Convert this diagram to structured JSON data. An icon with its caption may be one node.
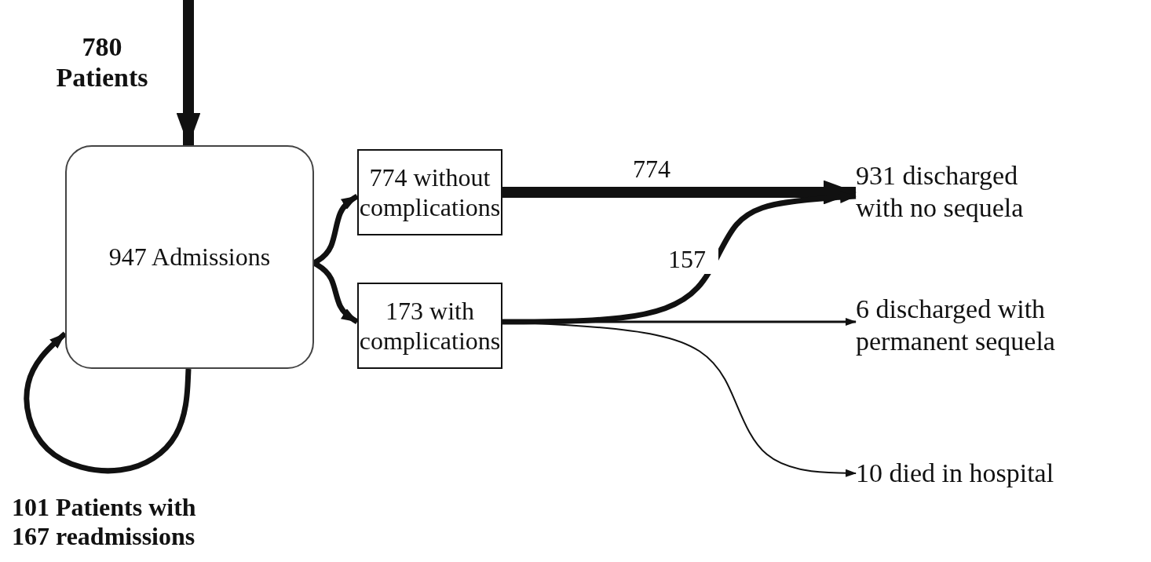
{
  "diagram": {
    "nodes": [
      {
        "text": [
          "947 Admissions"
        ]
      },
      {
        "text": [
          "774 without complications"
        ]
      },
      {
        "text": [
          "173 with complications"
        ]
      },
      {
        "text": [
          "931 discharged with no sequela"
        ]
      },
      {
        "text": [
          "6 discharged with permanent sequela"
        ]
      },
      {
        "text": [
          "10 died in hospital"
        ]
      }
    ],
    "edges": [
      {
        "from": null,
        "to": 0,
        "arrow": "to",
        "style": "thick",
        "label": "780 Patients"
      },
      {
        "from": 0,
        "to": 0,
        "arrow": "to",
        "label": "101 Patients with 167 readmissions"
      },
      {
        "from": 0,
        "to": 1,
        "arrow": "to"
      },
      {
        "from": 0,
        "to": 2,
        "arrow": "to"
      },
      {
        "from": 1,
        "to": 3,
        "arrow": "to",
        "style": "thick",
        "label": "774"
      },
      {
        "from": 2,
        "to": 3,
        "arrow": "to",
        "label": "157"
      },
      {
        "from": 2,
        "to": 4,
        "arrow": "to"
      },
      {
        "from": 2,
        "to": 5,
        "arrow": "to"
      }
    ]
  }
}
